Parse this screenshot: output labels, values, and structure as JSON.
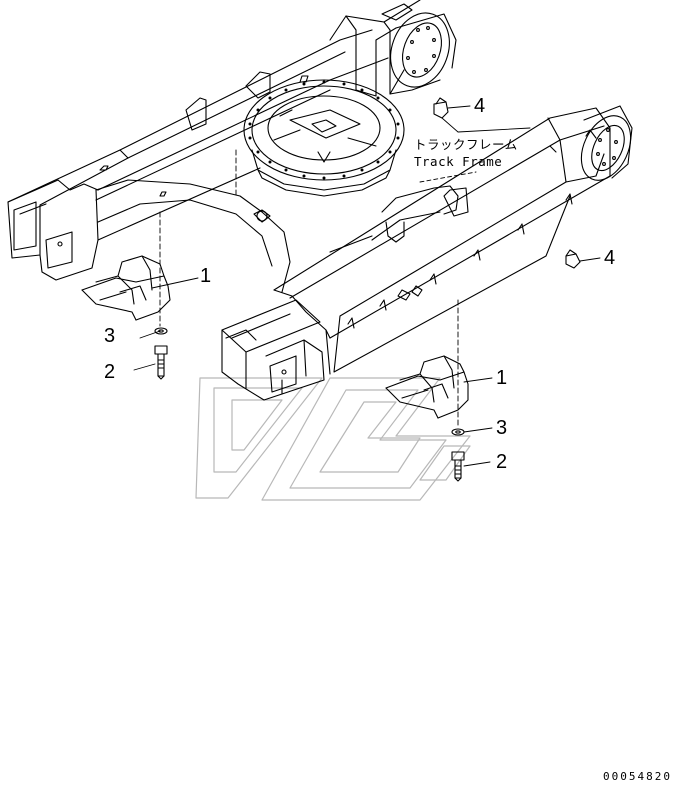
{
  "callouts": {
    "c1": "1",
    "c2": "2",
    "c3": "3",
    "c4": "4"
  },
  "frame_label": {
    "jp": "トラックフレーム",
    "en": "Track Frame"
  },
  "drawing_number": "00054820",
  "colors": {
    "line": "#000000",
    "watermark": "#b8b8b8",
    "background": "#ffffff"
  }
}
